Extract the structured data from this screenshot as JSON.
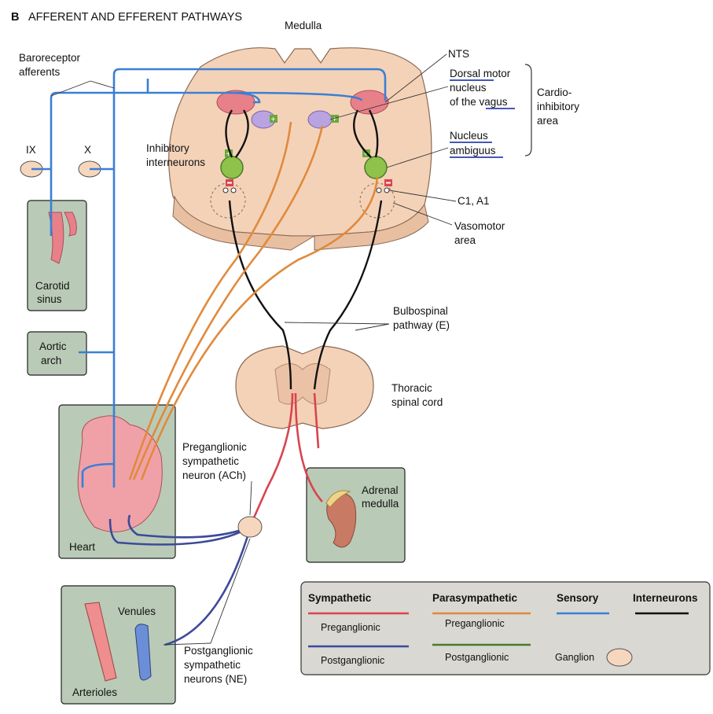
{
  "title": {
    "letter": "B",
    "text": "AFFERENT AND EFFERENT PATHWAYS"
  },
  "labels": {
    "medulla": "Medulla",
    "nts": "NTS",
    "dorsal_motor_1": "Dorsal motor",
    "dorsal_motor_2": "nucleus",
    "dorsal_motor_3": "of the vagus",
    "cardio_1": "Cardio-",
    "cardio_2": "inhibitory",
    "cardio_3": "area",
    "nucleus": "Nucleus",
    "ambiguus": "ambiguus",
    "c1a1": "C1, A1",
    "vasomotor_1": "Vasomotor",
    "vasomotor_2": "area",
    "baro_1": "Baroreceptor",
    "baro_2": "afferents",
    "ix": "IX",
    "x": "X",
    "inhib_1": "Inhibitory",
    "inhib_2": "interneurons",
    "carotid_1": "Carotid",
    "carotid_2": "sinus",
    "aortic_1": "Aortic",
    "aortic_2": "arch",
    "bulbo_1": "Bulbospinal",
    "bulbo_2": "pathway (E)",
    "thoracic_1": "Thoracic",
    "thoracic_2": "spinal cord",
    "pregang_1": "Preganglionic",
    "pregang_2": "sympathetic",
    "pregang_3": "neuron (ACh)",
    "adrenal_1": "Adrenal",
    "adrenal_2": "medulla",
    "heart": "Heart",
    "venules": "Venules",
    "arterioles": "Arterioles",
    "postgang_1": "Postganglionic",
    "postgang_2": "sympathetic",
    "postgang_3": "neurons (NE)"
  },
  "legend": {
    "sympathetic": "Sympathetic",
    "parasympathetic": "Parasympathetic",
    "sensory": "Sensory",
    "interneurons": "Interneurons",
    "symp_pre": "Preganglionic",
    "symp_post": "Postganglionic",
    "para_pre": "Preganglionic",
    "para_post": "Postganglionic",
    "ganglion": "Ganglion"
  },
  "colors": {
    "sensory": "#3a7fd5",
    "sympathetic_pre": "#d9444f",
    "sympathetic_post": "#3c4a9a",
    "parasympathetic_pre": "#e08a3c",
    "parasympathetic_post": "#4a7a2a",
    "interneuron": "#111111",
    "panel": "#b9cbb6",
    "tissue": "#f4d2b8"
  }
}
